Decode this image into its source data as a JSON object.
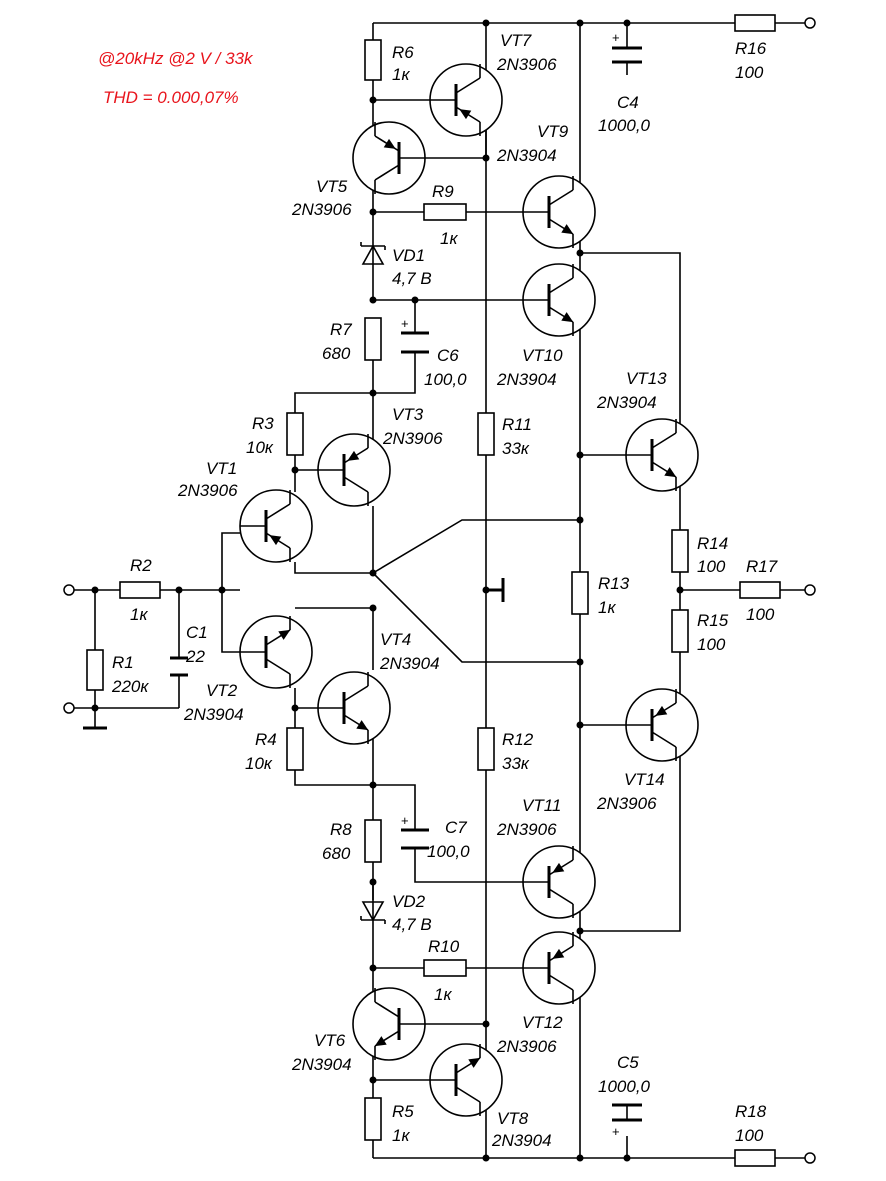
{
  "notes": {
    "line1": "@20kHz @2 V / 33k",
    "line2": "THD = 0.000,07%",
    "color": "#e8141c"
  },
  "components": {
    "R1": {
      "ref": "R1",
      "value": "220к"
    },
    "R2": {
      "ref": "R2",
      "value": "1к"
    },
    "R3": {
      "ref": "R3",
      "value": "10к"
    },
    "R4": {
      "ref": "R4",
      "value": "10к"
    },
    "R5": {
      "ref": "R5",
      "value": "1к"
    },
    "R6": {
      "ref": "R6",
      "value": "1к"
    },
    "R7": {
      "ref": "R7",
      "value": "680"
    },
    "R8": {
      "ref": "R8",
      "value": "680"
    },
    "R9": {
      "ref": "R9",
      "value": "1к"
    },
    "R10": {
      "ref": "R10",
      "value": "1к"
    },
    "R11": {
      "ref": "R11",
      "value": "33к"
    },
    "R12": {
      "ref": "R12",
      "value": "33к"
    },
    "R13": {
      "ref": "R13",
      "value": "1к"
    },
    "R14": {
      "ref": "R14",
      "value": "100"
    },
    "R15": {
      "ref": "R15",
      "value": "100"
    },
    "R16": {
      "ref": "R16",
      "value": "100"
    },
    "R17": {
      "ref": "R17",
      "value": "100"
    },
    "R18": {
      "ref": "R18",
      "value": "100"
    },
    "C1": {
      "ref": "C1",
      "value": "22"
    },
    "C4": {
      "ref": "C4",
      "value": "1000,0"
    },
    "C5": {
      "ref": "C5",
      "value": "1000,0"
    },
    "C6": {
      "ref": "C6",
      "value": "100,0"
    },
    "C7": {
      "ref": "C7",
      "value": "100,0"
    },
    "VD1": {
      "ref": "VD1",
      "value": "4,7 В"
    },
    "VD2": {
      "ref": "VD2",
      "value": "4,7 В"
    },
    "VT1": {
      "ref": "VT1",
      "value": "2N3906"
    },
    "VT2": {
      "ref": "VT2",
      "value": "2N3904"
    },
    "VT3": {
      "ref": "VT3",
      "value": "2N3906"
    },
    "VT4": {
      "ref": "VT4",
      "value": "2N3904"
    },
    "VT5": {
      "ref": "VT5",
      "value": "2N3906"
    },
    "VT6": {
      "ref": "VT6",
      "value": "2N3904"
    },
    "VT7": {
      "ref": "VT7",
      "value": "2N3906"
    },
    "VT8": {
      "ref": "VT8",
      "value": "2N3904"
    },
    "VT9": {
      "ref": "VT9",
      "value": "2N3904"
    },
    "VT10": {
      "ref": "VT10",
      "value": "2N3904"
    },
    "VT11": {
      "ref": "VT11",
      "value": "2N3906"
    },
    "VT12": {
      "ref": "VT12",
      "value": "2N3906"
    },
    "VT13": {
      "ref": "VT13",
      "value": "2N3904"
    },
    "VT14": {
      "ref": "VT14",
      "value": "2N3906"
    }
  },
  "plus_sign": "+"
}
